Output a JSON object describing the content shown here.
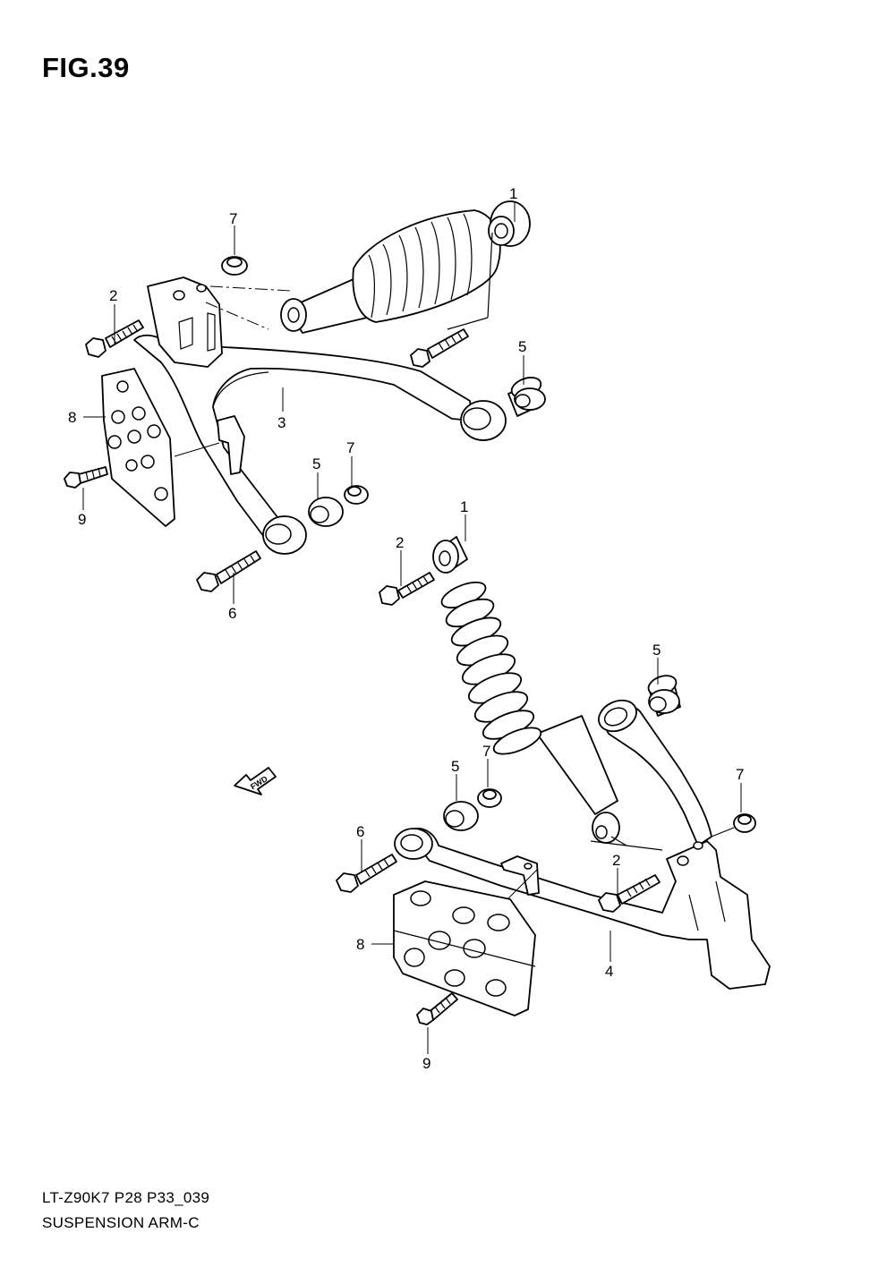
{
  "figure_title": "FIG.39",
  "footer": {
    "code": "LT-Z90K7 P28 P33_039",
    "name": "SUSPENSION ARM-C"
  },
  "direction_label": "FWD",
  "callouts": {
    "upper": {
      "shock": "1",
      "bolt_top": "2",
      "arm": "3",
      "bushing_right": "5",
      "bushing_mid": "5",
      "nut_top": "7",
      "nut_mid": "7",
      "plate": "8",
      "screw": "9",
      "bolt_pivot": "6"
    },
    "lower": {
      "shock": "1",
      "bolt_top": "2",
      "bushing_top": "5",
      "bushing_mid": "5",
      "nut_mid": "7",
      "nut_right": "7",
      "bolt_pivot": "6",
      "bolt_bracket": "2",
      "plate": "8",
      "arm": "4",
      "screw": "9"
    }
  }
}
